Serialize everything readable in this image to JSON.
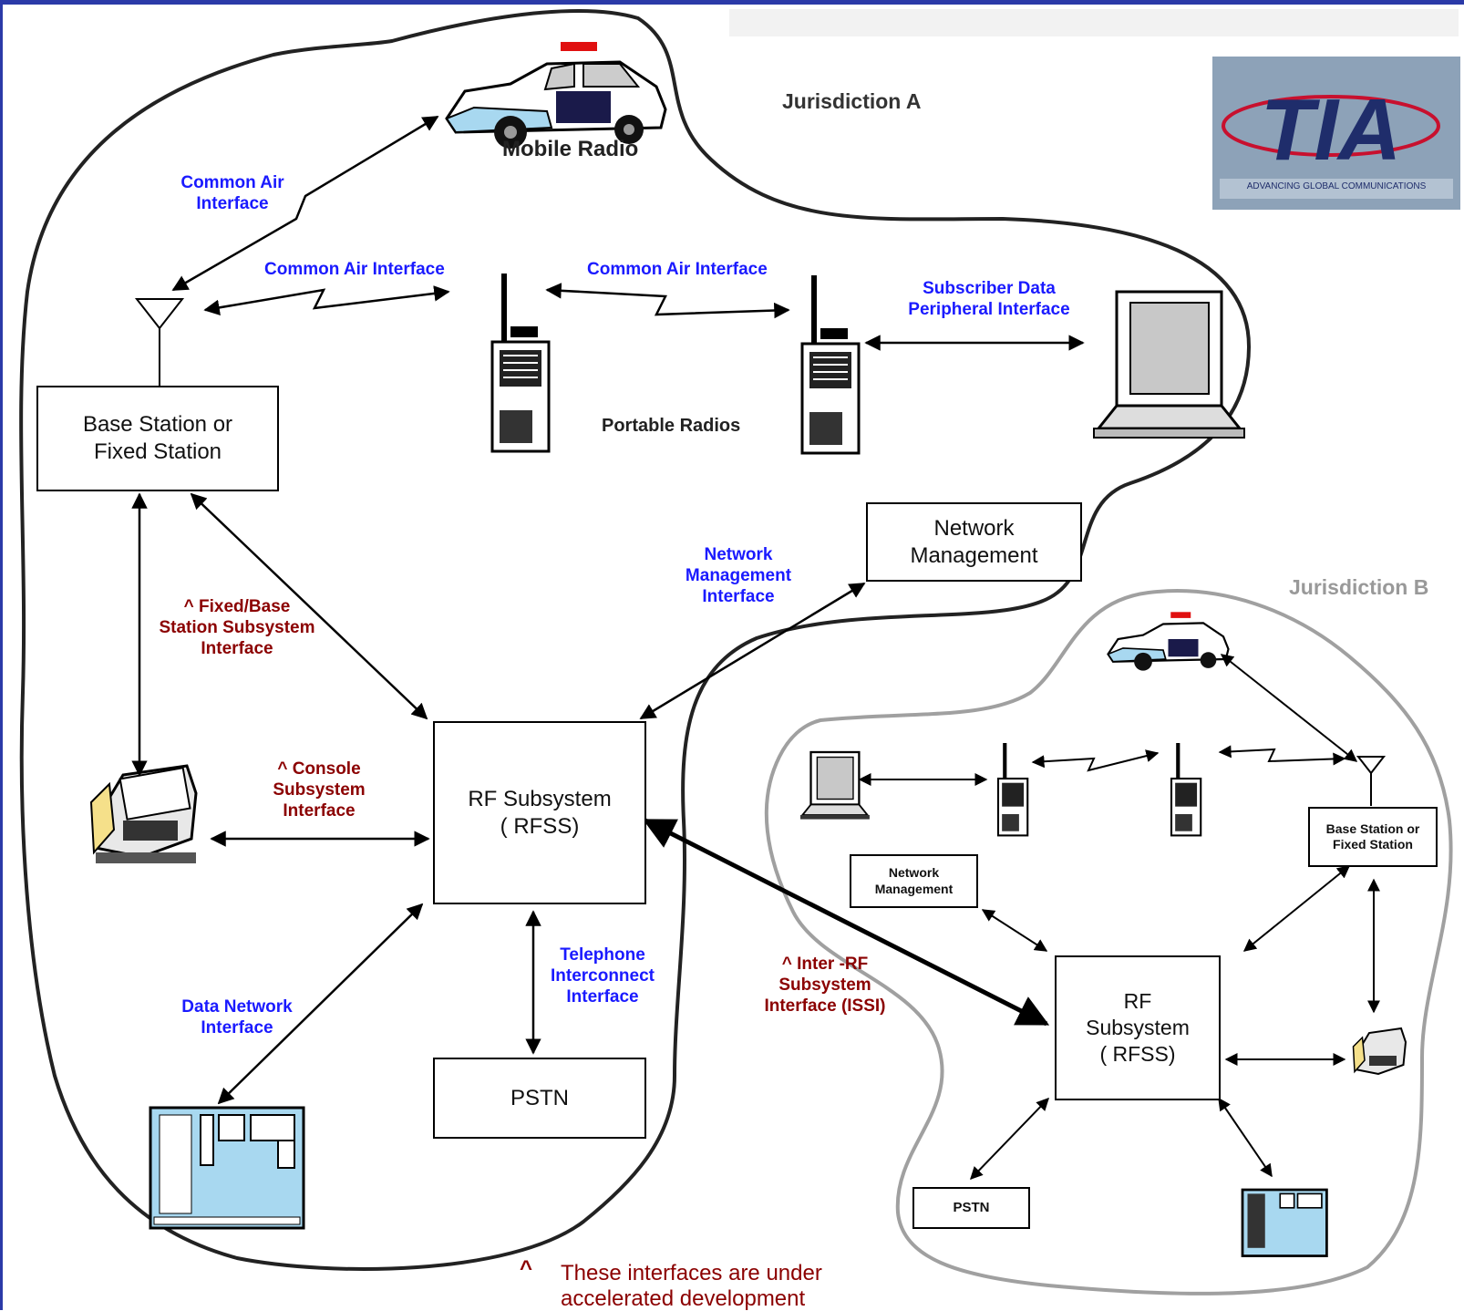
{
  "logo": {
    "text": "TIA",
    "tagline": "ADVANCING GLOBAL COMMUNICATIONS"
  },
  "jurisdiction_a": {
    "label": "Jurisdiction A"
  },
  "jurisdiction_b": {
    "label": "Jurisdiction B"
  },
  "labels": {
    "mobile_radio": "Mobile Radio",
    "portable_radios": "Portable Radios",
    "cai_1a": "Common Air",
    "cai_1b": "Interface",
    "cai_2": "Common Air Interface",
    "cai_3": "Common Air Interface",
    "sdpi_1": "Subscriber Data",
    "sdpi_2": "Peripheral Interface",
    "nmi_1": "Network",
    "nmi_2": "Management",
    "nmi_3": "Interface",
    "fbssi_1": "^ Fixed/Base",
    "fbssi_2": "Station Subsystem",
    "fbssi_3": "Interface",
    "cssi_1": "^ Console",
    "cssi_2": "Subsystem",
    "cssi_3": "Interface",
    "tii_1": "Telephone",
    "tii_2": "Interconnect",
    "tii_3": "Interface",
    "dni_1": "Data Network",
    "dni_2": "Interface",
    "issi_1": "^ Inter -RF",
    "issi_2": "Subsystem",
    "issi_3": "Interface  (ISSI)"
  },
  "boxes": {
    "base_station_a": [
      "Base Station or",
      "Fixed Station"
    ],
    "network_mgmt_a": [
      "Network",
      "Management"
    ],
    "rfss_a": [
      "RF Subsystem",
      "( RFSS)"
    ],
    "pstn_a": "PSTN",
    "base_station_b": [
      "Base Station or",
      "Fixed Station"
    ],
    "network_mgmt_b": [
      "Network",
      "Management"
    ],
    "rfss_b": [
      "RF",
      "Subsystem",
      "( RFSS)"
    ],
    "pstn_b": "PSTN"
  },
  "footnote": {
    "marker": "^",
    "line1": "These interfaces are under",
    "line2": "accelerated development"
  },
  "colors": {
    "blue_label": "#1a1aff",
    "dark_red_label": "#8b0000",
    "boundary_a": "#222222",
    "boundary_b": "#a0a0a0",
    "logo_bg": "#8da2b8",
    "logo_red": "#c8102e",
    "logo_navy": "#1f2d6b",
    "device_blue": "#a8d8f0",
    "top_bar": "#2b3aa8"
  },
  "icons": [
    "police-car-icon",
    "antenna-icon",
    "portable-radio-icon",
    "laptop-icon",
    "console-icon",
    "data-server-icon"
  ]
}
